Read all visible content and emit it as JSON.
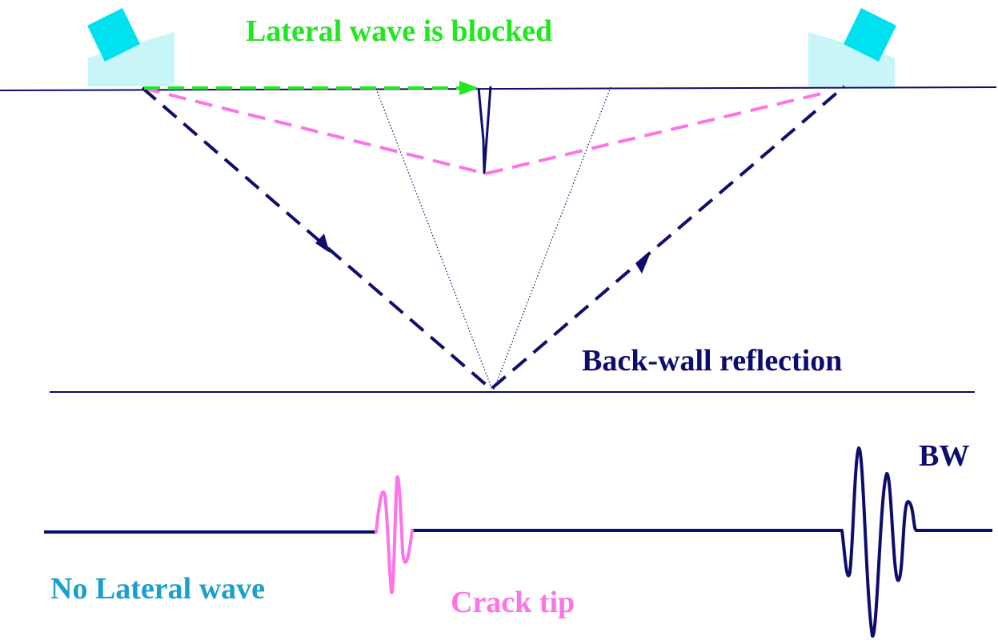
{
  "labels": {
    "lateral_blocked": "Lateral wave is blocked",
    "backwall": "Back-wall reflection",
    "bw": "BW",
    "no_lateral": "No Lateral wave",
    "crack_tip": "Crack tip"
  },
  "colors": {
    "navy": "#0d0d6e",
    "green": "#22e622",
    "magenta": "#ff73e6",
    "probe_block": "#00e1f0",
    "probe_wedge": "#c8f6f8",
    "no_lateral_text": "#1a9fcf"
  }
}
